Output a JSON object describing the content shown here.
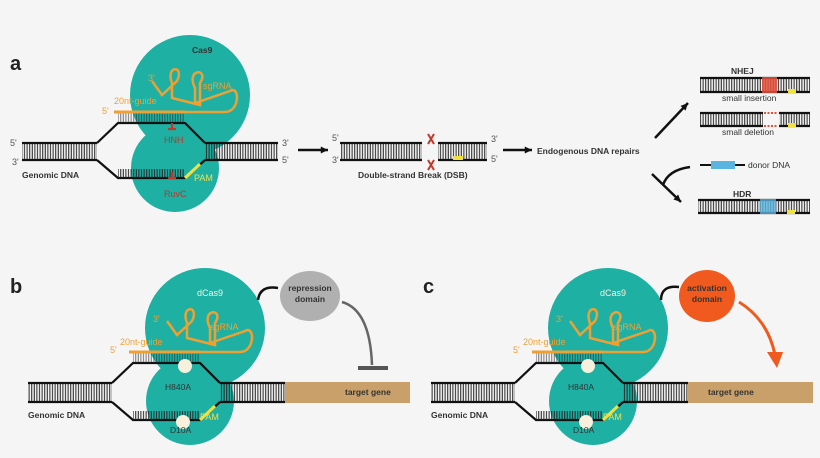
{
  "colors": {
    "cas9": "#1fb0a4",
    "rna": "#f0a030",
    "pam": "#f0e040",
    "cut": "#c0392b",
    "insertion": "#e8503a",
    "donor": "#5ab4e0",
    "repression": "#b0b0b0",
    "activation": "#f05a1e",
    "target_gene": "#c9a06a",
    "dna": "#111111"
  },
  "panel_a": {
    "letter": "a",
    "protein": "Cas9",
    "sgrna": "sgRNA",
    "guide": "20nt-guide",
    "rna_5": "5'",
    "rna_3": "3'",
    "end_tl": "5'",
    "end_bl": "3'",
    "end_tr": "3'",
    "end_br": "5'",
    "genomic": "Genomic DNA",
    "hnh": "HNH",
    "ruvc": "RuvC",
    "pam": "PAM",
    "dsb": {
      "label": "Double-strand Break (DSB)",
      "end_tl": "5'",
      "end_bl": "3'",
      "end_tr": "3'",
      "end_br": "5'"
    },
    "repairs": "Endogenous DNA repairs",
    "nhej": "NHEJ",
    "insertion": "small insertion",
    "deletion": "small deletion",
    "donor": "donor DNA",
    "hdr": "HDR"
  },
  "panel_b": {
    "letter": "b",
    "protein": "dCas9",
    "sgrna": "sgRNA",
    "guide": "20nt-guide",
    "rna_5": "5'",
    "rna_3": "3'",
    "genomic": "Genomic DNA",
    "h840a": "H840A",
    "d10a": "D10A",
    "pam": "PAM",
    "domain_line1": "repression",
    "domain_line2": "domain",
    "target": "target gene"
  },
  "panel_c": {
    "letter": "c",
    "protein": "dCas9",
    "sgrna": "sgRNA",
    "guide": "20nt-guide",
    "rna_5": "5'",
    "rna_3": "3'",
    "genomic": "Genomic DNA",
    "h840a": "H840A",
    "d10a": "D10A",
    "pam": "PAM",
    "domain_line1": "activation",
    "domain_line2": "domain",
    "target": "target gene"
  }
}
